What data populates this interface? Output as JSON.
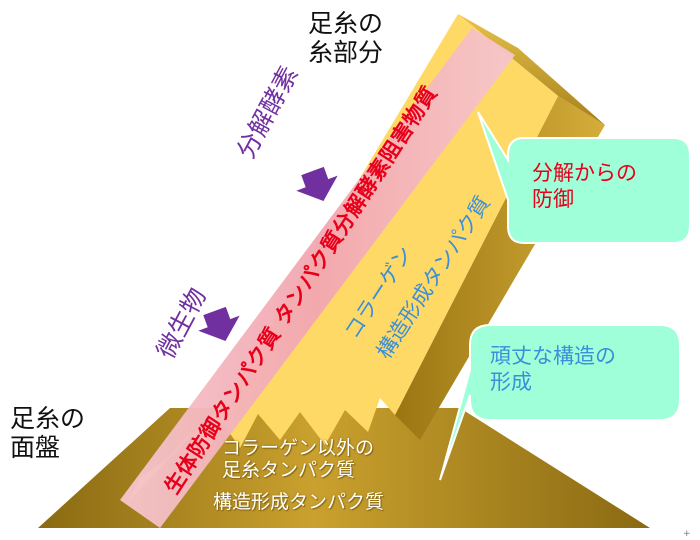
{
  "labels": {
    "thread_part": [
      "足糸の",
      "糸部分"
    ],
    "disc": [
      "足糸の",
      "面盤"
    ],
    "enzyme": "分解酵素",
    "microbe": "微生物",
    "red_band": "生体防御タンパク質 タンパク質分解酵素阻害物質",
    "collagen_struct": [
      "コラーゲン",
      "構造形成タンパク質"
    ],
    "noncollagen": [
      "コラーゲン以外の",
      "足糸タンパク質"
    ],
    "struct_protein": "構造形成タンパク質"
  },
  "callouts": {
    "defense": "分解からの\n防御",
    "structure": "頑丈な構造の\n形成"
  },
  "colors": {
    "gold": "#ffd966",
    "gold_dark": "#b08a1e",
    "red_band": "#f4b0b8",
    "red_text": "#e8001a",
    "purple": "#7030a0",
    "mint": "#9effd8",
    "blue_text": "#3a8fd8"
  }
}
